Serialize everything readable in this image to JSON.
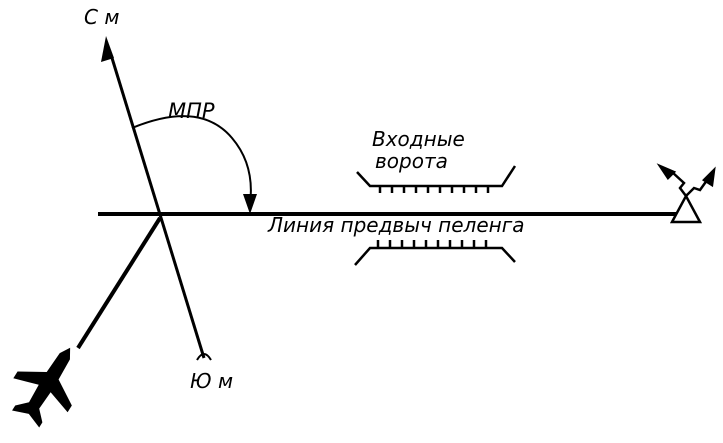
{
  "labels": {
    "north": "С м",
    "south": "Ю м",
    "angle": "МПР",
    "gate_line1": "Входные",
    "gate_line2": "ворота",
    "bearing_line": "Линия предвыч пеленга"
  },
  "colors": {
    "ink": "#000000",
    "paper": "#ffffff"
  },
  "icons": [
    "aircraft-icon",
    "radio-beacon-icon"
  ]
}
